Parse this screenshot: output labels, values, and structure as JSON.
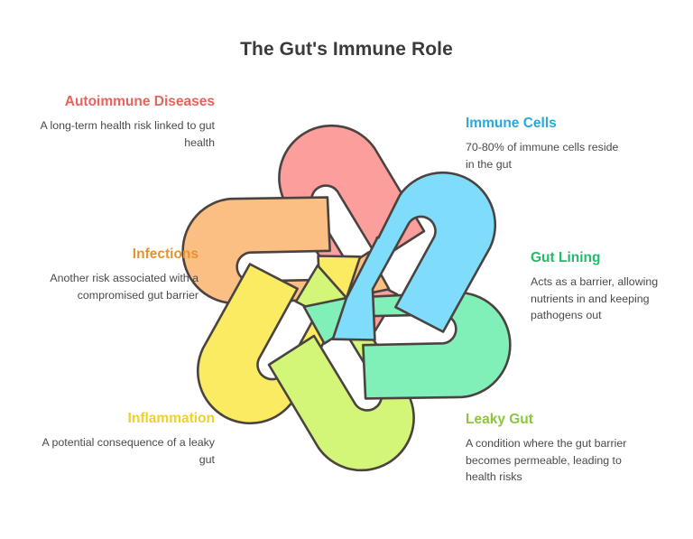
{
  "title": "The Gut's Immune Role",
  "theme": {
    "background": "#ffffff",
    "title_color": "#3b3b3b",
    "body_text_color": "#4a4a4a",
    "stroke_color": "#4a4340"
  },
  "labels": [
    {
      "id": "autoimmune",
      "heading": "Autoimmune Diseases",
      "body": "A long-term health risk linked to gut health",
      "color": "#E8635C",
      "align": "right",
      "side": "left"
    },
    {
      "id": "infections",
      "heading": "Infections",
      "body": "Another risk associated with a compromised gut barrier",
      "color": "#E8912F",
      "align": "right",
      "side": "left"
    },
    {
      "id": "inflammation",
      "heading": "Inflammation",
      "body": "A potential consequence of a leaky gut",
      "color": "#EFD225",
      "align": "right",
      "side": "left"
    },
    {
      "id": "immune-cells",
      "heading": "Immune Cells",
      "body": "70-80% of immune cells reside in the gut",
      "color": "#29A8DC",
      "align": "left",
      "side": "right"
    },
    {
      "id": "gut-lining",
      "heading": "Gut Lining",
      "body": "Acts as a barrier, allowing nutrients in and keeping pathogens out",
      "color": "#22BB6B",
      "align": "left",
      "side": "right"
    },
    {
      "id": "leaky-gut",
      "heading": "Leaky Gut",
      "body": "A condition where the gut barrier becomes permeable, leading to health risks",
      "color": "#8CC63E",
      "align": "left",
      "side": "right"
    }
  ],
  "knot": {
    "description": "Six interwoven hook-shaped petals arranged in 6-fold rotational symmetry",
    "petals": [
      {
        "id": "petal-autoimmune",
        "label": "Autoimmune Diseases",
        "fill": "#FB9E9C",
        "angle": 0
      },
      {
        "id": "petal-immune-cells",
        "label": "Immune Cells",
        "fill": "#7FDCFB",
        "angle": 60
      },
      {
        "id": "petal-gut-lining",
        "label": "Gut Lining",
        "fill": "#81EFB8",
        "angle": 120
      },
      {
        "id": "petal-leaky-gut",
        "label": "Leaky Gut",
        "fill": "#D3F578",
        "angle": 180
      },
      {
        "id": "petal-inflammation",
        "label": "Inflammation",
        "fill": "#FAEB63",
        "angle": 240
      },
      {
        "id": "petal-infections",
        "label": "Infections",
        "fill": "#FBBF84",
        "angle": 300
      }
    ]
  }
}
